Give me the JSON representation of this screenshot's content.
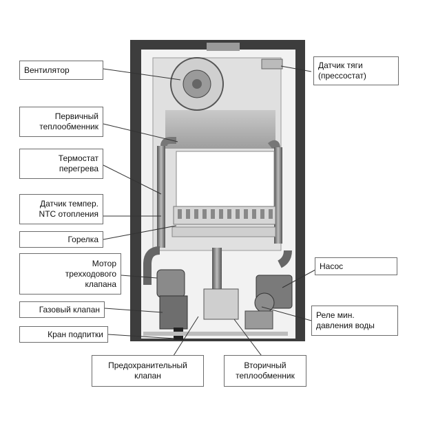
{
  "labels": {
    "fan": "Вентилятор",
    "draft_sensor": "Датчик тяги\n(прессостат)",
    "primary_hex": "Первичный\nтеплообменник",
    "overheat_thermostat": "Термостат\nперегрева",
    "ntc_sensor": "Датчик темпер.\nNTC отопления",
    "burner": "Горелка",
    "three_way_motor": "Мотор\nтрехходового\nклапана",
    "pump": "Насос",
    "gas_valve": "Газовый клапан",
    "min_pressure_relay": "Реле мин.\nдавления воды",
    "fill_tap": "Кран подпитки",
    "safety_valve": "Предохранительный\nклапан",
    "secondary_hex": "Вторичный\nтеплообменник"
  }
}
